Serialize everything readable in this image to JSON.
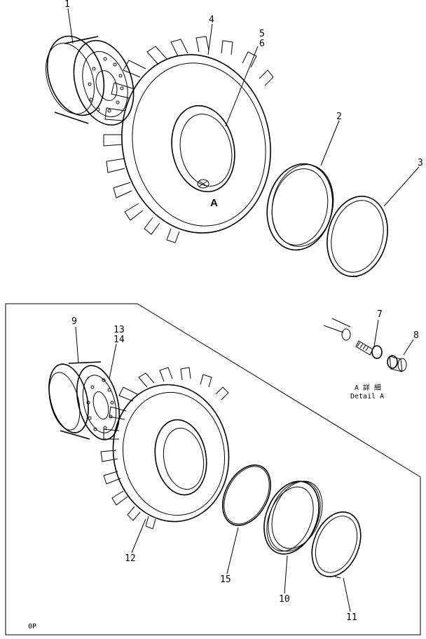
{
  "callouts": {
    "c1": "1",
    "c2": "2",
    "c3": "3",
    "c4": "4",
    "c5": "5",
    "c6": "6",
    "c7": "7",
    "c8": "8",
    "c9": "9",
    "c10": "10",
    "c11": "11",
    "c12": "12",
    "c13": "13",
    "c14": "14",
    "c15": "15"
  },
  "marker": "A",
  "detail": {
    "line1": "A 詳 細",
    "line2": "Detail A"
  },
  "corner_code": "0P"
}
